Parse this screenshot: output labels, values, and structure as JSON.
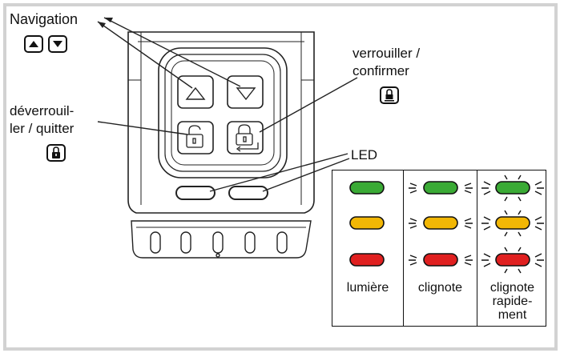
{
  "labels": {
    "navigation": "Navigation",
    "lock_confirm_line1": "verrouiller /",
    "lock_confirm_line2": "confirmer",
    "unlock_quit_line1": "déverrouil-",
    "unlock_quit_line2": "ler / quitter",
    "led": "LED"
  },
  "legend": {
    "columns": [
      {
        "label_lines": [
          "lumière"
        ],
        "mode": "steady"
      },
      {
        "label_lines": [
          "clignote"
        ],
        "mode": "blink"
      },
      {
        "label_lines": [
          "clignote",
          "rapide-",
          "ment"
        ],
        "mode": "fast-blink"
      }
    ],
    "led_colors": [
      {
        "name": "green",
        "hex": "#3aaa35"
      },
      {
        "name": "yellow",
        "hex": "#f2b705"
      },
      {
        "name": "red",
        "hex": "#e02020"
      }
    ]
  },
  "icons": [
    "arrow-up-icon",
    "arrow-down-icon",
    "lock-icon",
    "unlock-icon"
  ]
}
